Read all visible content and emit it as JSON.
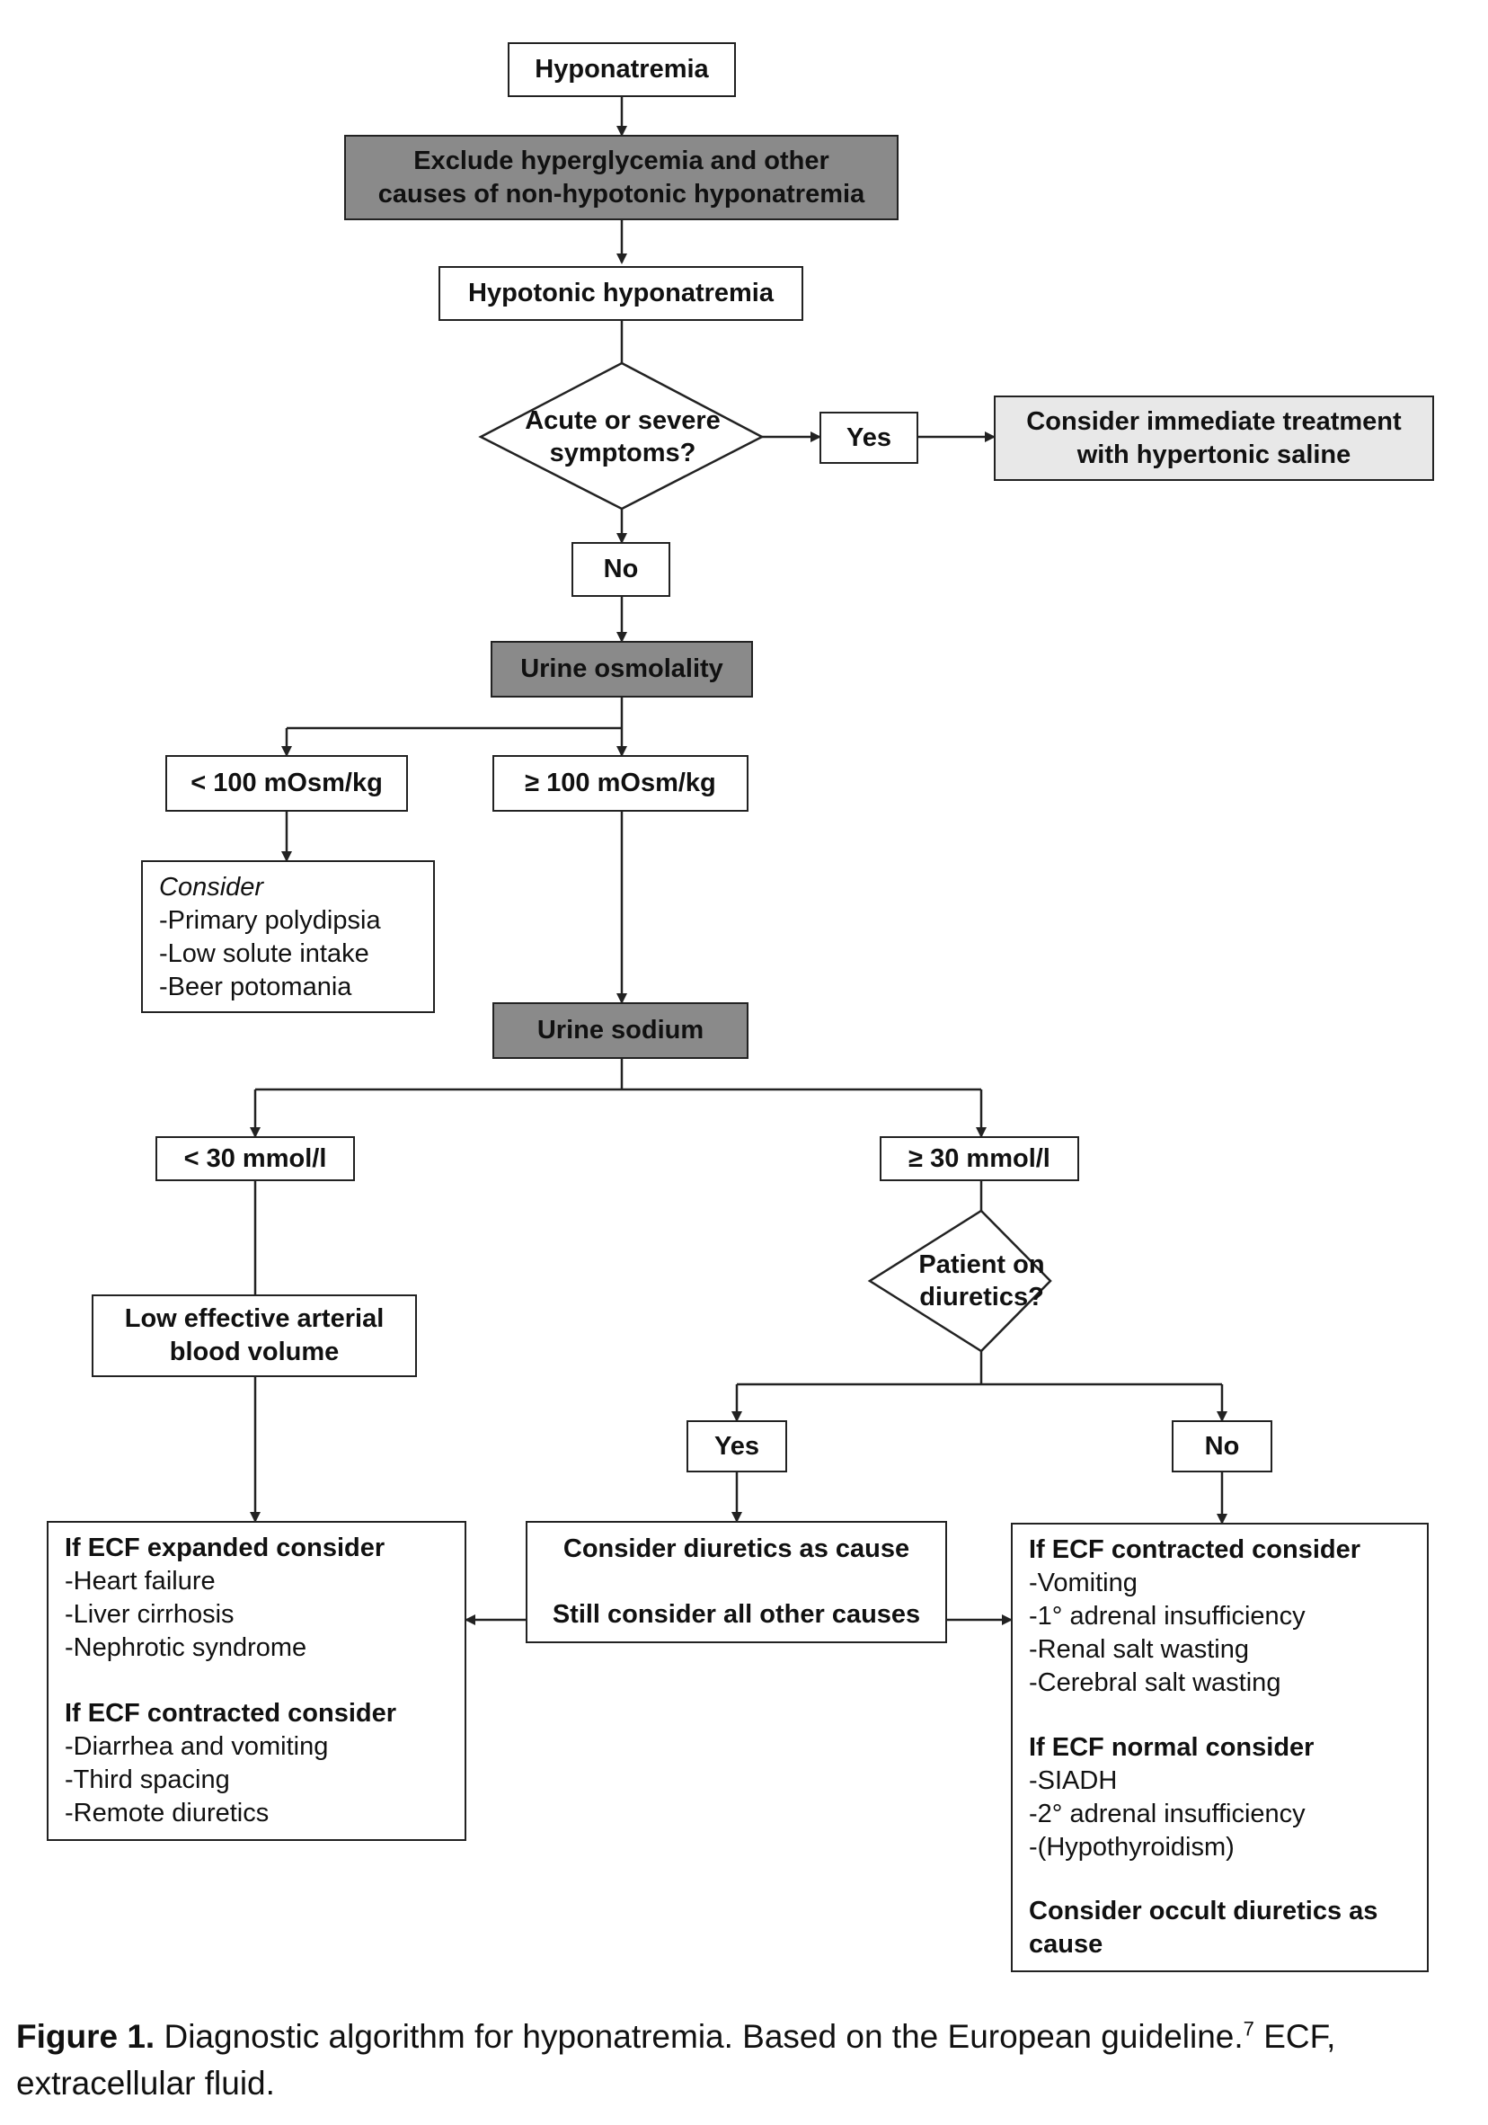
{
  "nodes": {
    "hyponatremia": "Hyponatremia",
    "exclude": [
      "Exclude hyperglycemia and other",
      "causes of non-hypotonic hyponatremia"
    ],
    "hypotonic": "Hypotonic hyponatremia",
    "acute_q": [
      "Acute or severe",
      "symptoms?"
    ],
    "yes_top": "Yes",
    "immediate": [
      "Consider immediate treatment",
      "with hypertonic saline"
    ],
    "no_top": "No",
    "urine_osm": "Urine osmolality",
    "lt100": "< 100 mOsm/kg",
    "ge100": "≥ 100 mOsm/kg",
    "consider_low": {
      "heading": "Consider",
      "items": [
        "-Primary polydipsia",
        "-Low solute intake",
        "-Beer potomania"
      ]
    },
    "urine_na": "Urine sodium",
    "lt30": "< 30 mmol/l",
    "ge30": "≥ 30 mmol/l",
    "low_eabv": [
      "Low effective arterial",
      "blood volume"
    ],
    "diuretics_q": [
      "Patient on",
      "diuretics?"
    ],
    "yes_mid": "Yes",
    "no_mid": "No",
    "left_result": {
      "expanded_heading": "If ECF expanded consider",
      "expanded_items": [
        "-Heart failure",
        "-Liver cirrhosis",
        "-Nephrotic syndrome"
      ],
      "contracted_heading": "If ECF contracted consider",
      "contracted_items": [
        "-Diarrhea and vomiting",
        "-Third spacing",
        "-Remote diuretics"
      ]
    },
    "middle_result": {
      "line1": "Consider diuretics as cause",
      "line2": "Still consider all other causes"
    },
    "right_result": {
      "contracted_heading": "If ECF contracted consider",
      "contracted_items": [
        "-Vomiting",
        "-1° adrenal insufficiency",
        "-Renal salt wasting",
        "-Cerebral salt wasting"
      ],
      "normal_heading": "If ECF normal consider",
      "normal_items": [
        "-SIADH",
        "-2° adrenal insufficiency",
        "-(Hypothyroidism)"
      ],
      "occult": [
        "Consider occult diuretics as",
        "cause"
      ]
    }
  },
  "caption": {
    "figure_label": "Figure 1.",
    "text_before_ref": "Diagnostic algorithm for hyponatremia. Based on the European guideline.",
    "ref": "7",
    "text_after_ref": " ECF, extracellular fluid."
  },
  "colors": {
    "dark_box": "#8a8a8a",
    "light_box": "#e8e8e8",
    "line": "#222222"
  }
}
